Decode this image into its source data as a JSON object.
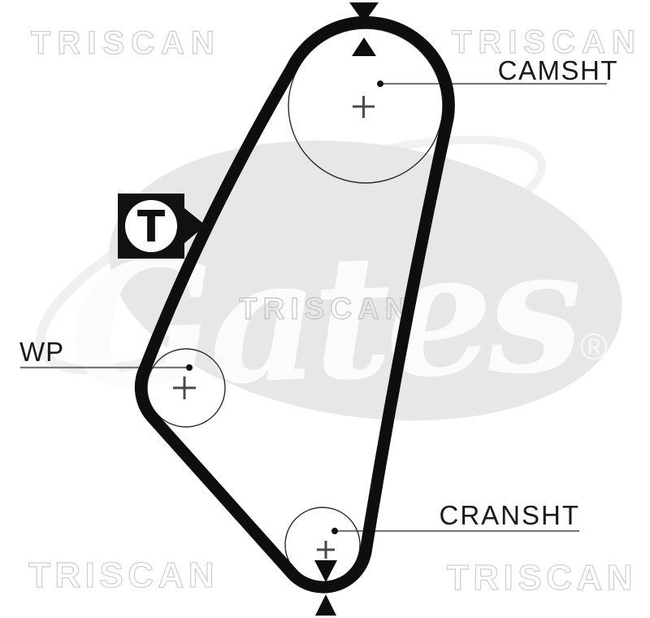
{
  "diagram": {
    "kind": "timing-belt-routing",
    "background": "#ffffff",
    "belt_color": "#0e0e0e",
    "pulleys": {
      "camshaft": {
        "label": "CAMSHT"
      },
      "water_pump": {
        "label": "WP"
      },
      "crankshaft": {
        "label": "CRANSHT"
      }
    },
    "tensioner": {
      "label": "T",
      "icon": "t-in-circle-with-right-arrow"
    },
    "timing_marks": {
      "icon": "opposing-black-triangles",
      "count": 2
    },
    "watermark": {
      "text": "TRISCAN",
      "outline_color": "#cccccc",
      "instances": 5
    },
    "brand": {
      "name": "Gates",
      "registered_symbol": "®",
      "blob_color": "#e7e7e7",
      "script_color": "#fbfbfb"
    },
    "leader": {
      "line_color": "#777777",
      "label_color": "#1a1a1a"
    }
  }
}
